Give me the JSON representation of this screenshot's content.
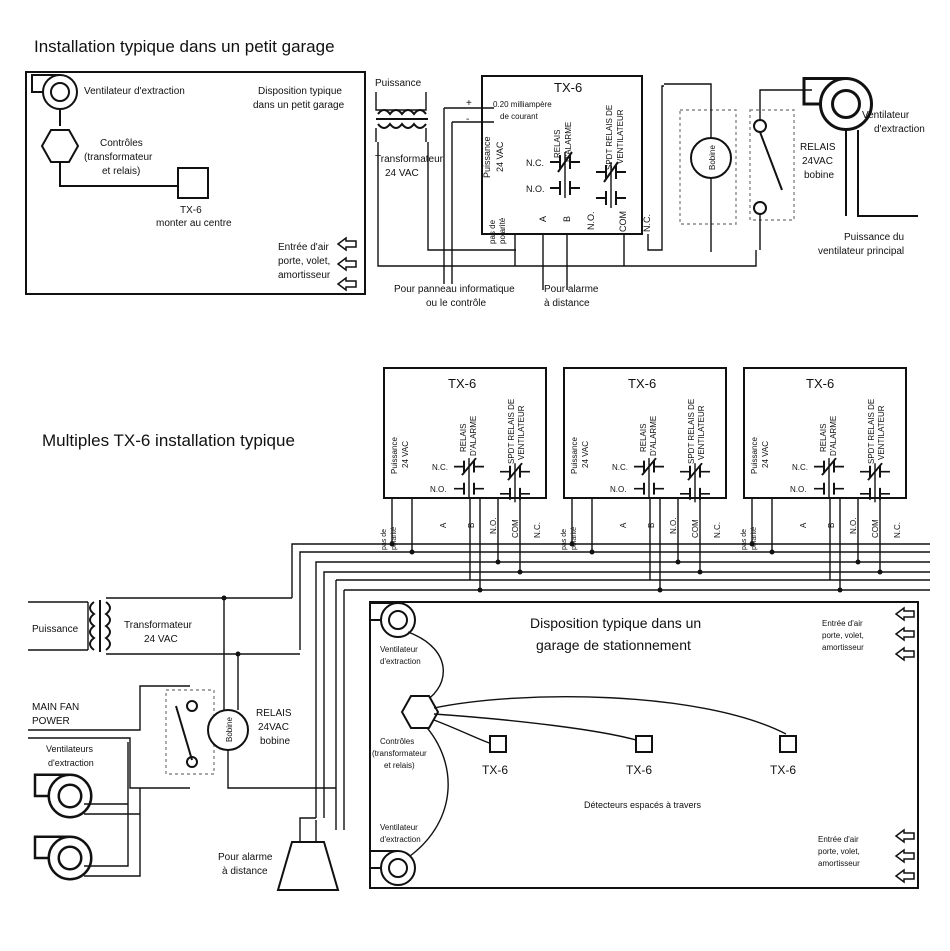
{
  "top": {
    "title": "Installation typique dans un petit garage",
    "layout_box": {
      "exhaust_fan": "Ventilateur d'extraction",
      "layout_title": [
        "Disposition typique",
        "dans un petit garage"
      ],
      "controls": [
        "Contrôles",
        "(transformateur",
        "et relais)"
      ],
      "tx6": [
        "TX-6",
        "monter au centre"
      ],
      "air_inlet": [
        "Entrée d'air",
        "porte, volet,",
        "amortisseur"
      ]
    },
    "power": "Puissance",
    "transformer": [
      "Transformateur",
      "24 VAC"
    ],
    "current": [
      "0.20 milliampère",
      "de courant"
    ],
    "plus": "+",
    "minus": "-",
    "tx6_title": "TX-6",
    "power_24": [
      "Puissance",
      "24 VAC"
    ],
    "alarm_relay": [
      "RELAIS",
      "D'ALARME"
    ],
    "spdt_relay": [
      "SPDT RELAIS DE",
      "VENTILATEUR"
    ],
    "nc": "N.C.",
    "no": "N.O.",
    "terminals": [
      "pas de",
      "polarité",
      "A",
      "B",
      "N.O.",
      "COM",
      "N.C."
    ],
    "buzzer": "Bobine",
    "relay": [
      "RELAIS",
      "24VAC",
      "bobine"
    ],
    "exhaust_fan_right": [
      "Ventilateur",
      "d'extraction"
    ],
    "main_fan_power": [
      "Puissance du",
      "ventilateur principal"
    ],
    "info_panel": [
      "Pour panneau informatique",
      "ou le contrôle"
    ],
    "remote_alarm": [
      "Pour alarme",
      "à distance"
    ]
  },
  "bottom": {
    "title": "Multiples TX-6 installation typique",
    "units": [
      {
        "title": "TX-6",
        "power": [
          "Puissance",
          "24 VAC"
        ],
        "terminals": [
          "pas de",
          "polarité",
          "A",
          "B",
          "N.O.",
          "COM",
          "N.C."
        ]
      },
      {
        "title": "TX-6",
        "power": [
          "Puissance",
          "24 VAC"
        ],
        "terminals": [
          "pas de",
          "polarité",
          "A",
          "B",
          "N.O.",
          "COM",
          "N.C."
        ]
      },
      {
        "title": "TX-6",
        "power": [
          "Puissance",
          "24 VAC"
        ],
        "terminals": [
          "pas de",
          "polarité",
          "A",
          "B",
          "N.O.",
          "COM",
          "N.C."
        ]
      }
    ],
    "alarm_relay": [
      "RELAIS",
      "D'ALARME"
    ],
    "spdt_relay": [
      "SPDT RELAIS DE",
      "VENTILATEUR"
    ],
    "nc": "N.C.",
    "no": "N.O.",
    "power": "Puissance",
    "transformer": [
      "Transformateur",
      "24 VAC"
    ],
    "main_fan_power": [
      "MAIN FAN",
      "POWER"
    ],
    "exhaust_fans": [
      "Ventilateurs",
      "d'extraction"
    ],
    "buzzer": "Bobine",
    "relay": [
      "RELAIS",
      "24VAC",
      "bobine"
    ],
    "remote_alarm": [
      "Pour alarme",
      "à distance"
    ],
    "garage": {
      "title": [
        "Disposition typique dans un",
        "garage de stationnement"
      ],
      "fan_top": [
        "Ventilateur",
        "d'extraction"
      ],
      "fan_bottom": [
        "Ventilateur",
        "d'extraction"
      ],
      "controls": [
        "Contrôles",
        "(transformateur",
        "et relais)"
      ],
      "detectors": [
        "TX-6",
        "TX-6",
        "TX-6"
      ],
      "detector_caption": "Détecteurs espacés à travers",
      "inlet_top": [
        "Entrée d'air",
        "porte, volet,",
        "amortisseur"
      ],
      "inlet_bottom": [
        "Entrée d'air",
        "porte, volet,",
        "amortisseur"
      ]
    }
  }
}
